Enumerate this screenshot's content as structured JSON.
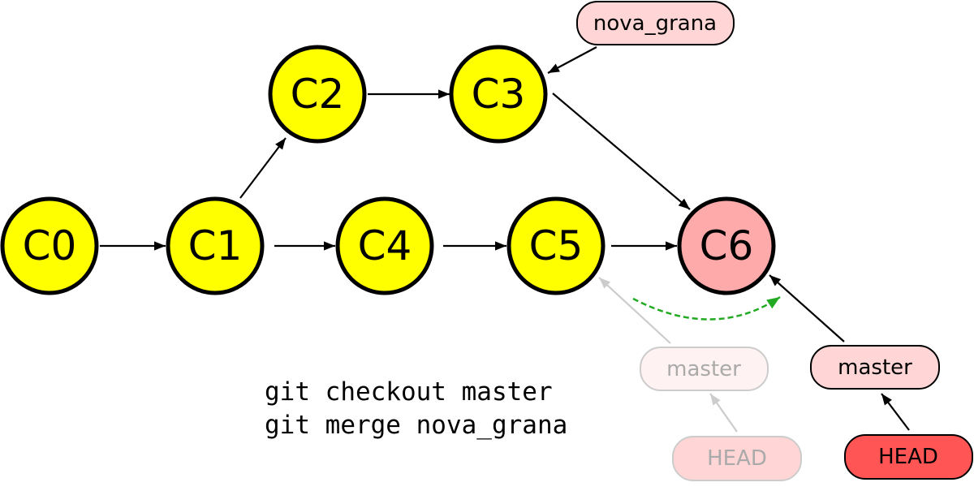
{
  "colors": {
    "commit_fill": "#ffff00",
    "merge_commit_fill": "#ffaaaa",
    "branch_fill": "#ffd5d5",
    "head_fill": "#ff5555",
    "ghost_stroke": "#cccccc",
    "ghost_text": "#aaaaaa",
    "ghost_fill": "#fff2f2",
    "ghost_head_fill": "#ffd5d5",
    "transition_arrow": "#22aa22"
  },
  "commits": {
    "c0": "C0",
    "c1": "C1",
    "c2": "C2",
    "c3": "C3",
    "c4": "C4",
    "c5": "C5",
    "c6": "C6"
  },
  "refs": {
    "feature_branch": "nova_grana",
    "old_master": "master",
    "old_head": "HEAD",
    "new_master": "master",
    "new_head": "HEAD"
  },
  "commands": [
    "git checkout master",
    "git merge nova_grana"
  ]
}
